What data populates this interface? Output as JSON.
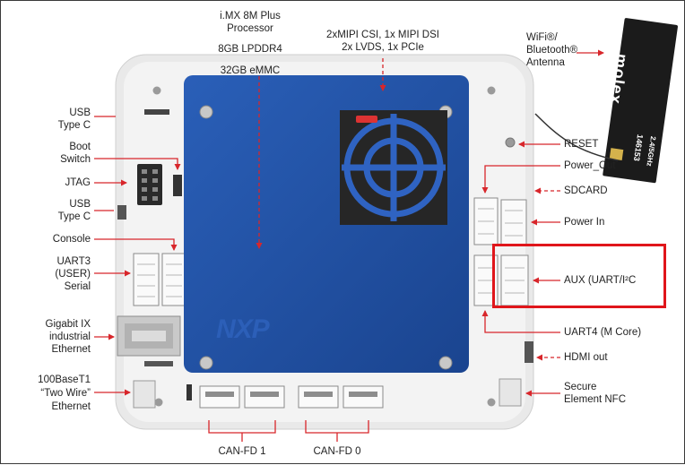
{
  "colors": {
    "heatsink": "#1d4fa3",
    "board": "#e7e7e7",
    "leader": "#d8262b",
    "highlight": "#e0161b",
    "antenna": "#1b1b1b"
  },
  "processor": {
    "line1": "i.MX 8M Plus",
    "line2": "Processor",
    "memory": "8GB LPDDR4",
    "storage": "32GB eMMC"
  },
  "mipi": {
    "line1": "2xMIPI CSI, 1x MIPI DSI",
    "line2": "2x LVDS, 1x PCIe"
  },
  "antenna": {
    "line1": "WiFi®/",
    "line2": "Bluetooth®",
    "line3": "Antenna",
    "brand": "molex",
    "freq": "2.4/5GHz",
    "part": "146153"
  },
  "heatsink_logo": "NXP",
  "left": {
    "usb1": {
      "l1": "USB",
      "l2": "Type C"
    },
    "boot": {
      "l1": "Boot",
      "l2": "Switch"
    },
    "jtag": "JTAG",
    "usb2": {
      "l1": "USB",
      "l2": "Type C"
    },
    "console": "Console",
    "uart3": {
      "l1": "UART3",
      "l2": "(USER)",
      "l3": "Serial"
    },
    "gig": {
      "l1": "Gigabit IX",
      "l2": "industrial",
      "l3": "Ethernet"
    },
    "t1": {
      "l1": "100BaseT1",
      "l2": "“Two Wire”",
      "l3": "Ethernet"
    }
  },
  "right": {
    "reset": "RESET",
    "power_out": "Power_Out",
    "sdcard": "SDCARD",
    "power_in": "Power In",
    "aux": "AUX (UART/I²C",
    "uart4": "UART4 (M Core)",
    "hdmi": "HDMI out",
    "se": {
      "l1": "Secure",
      "l2": "Element NFC"
    }
  },
  "bottom": {
    "can1": "CAN-FD 1",
    "can0": "CAN-FD 0"
  }
}
